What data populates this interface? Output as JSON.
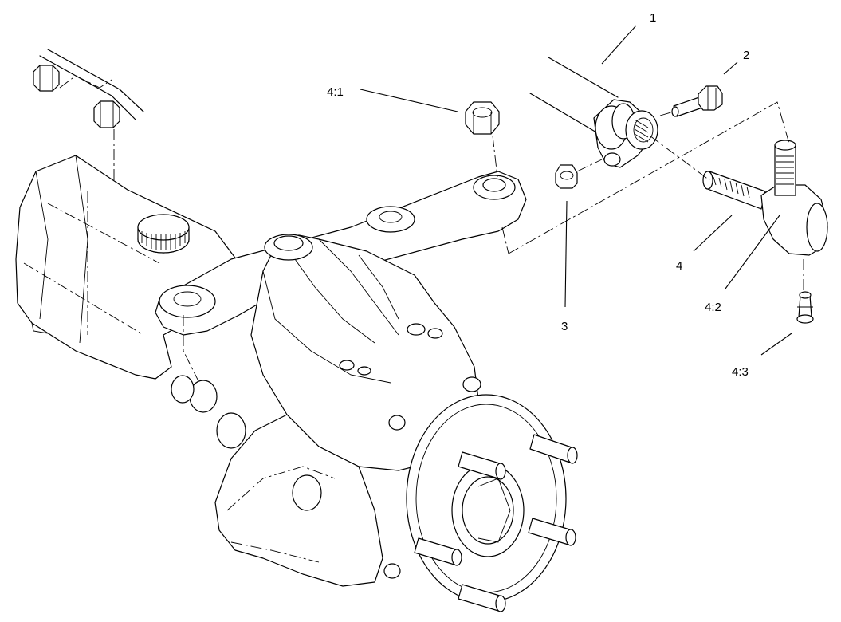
{
  "callouts": [
    {
      "id": "c1",
      "label": "1"
    },
    {
      "id": "c2",
      "label": "2"
    },
    {
      "id": "c3",
      "label": "3"
    },
    {
      "id": "c4",
      "label": "4"
    },
    {
      "id": "c41",
      "label": "4:1"
    },
    {
      "id": "c42",
      "label": "4:2"
    },
    {
      "id": "c43",
      "label": "4:3"
    }
  ]
}
